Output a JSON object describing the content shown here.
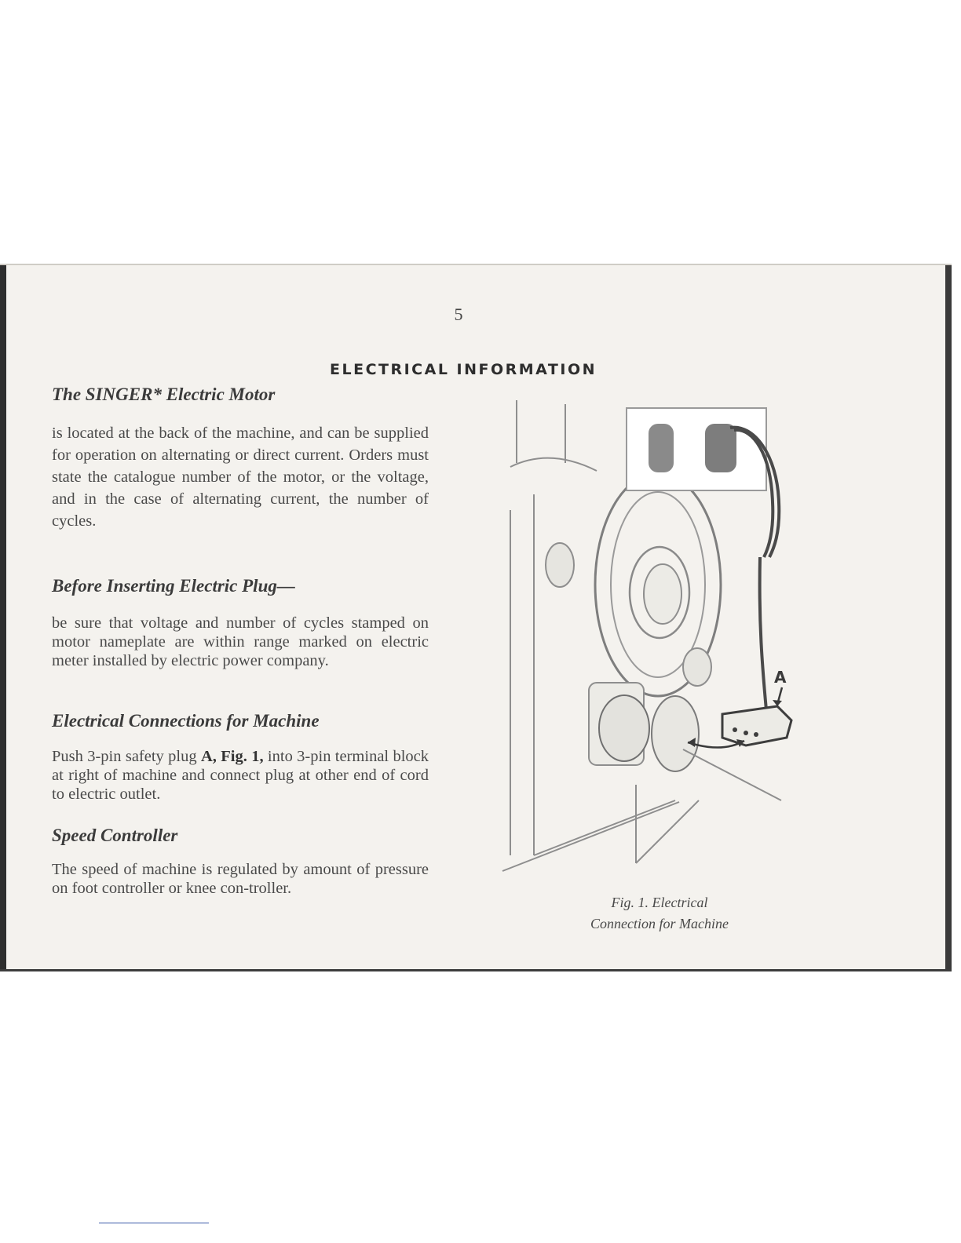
{
  "page_number": "5",
  "section_title": "ELECTRICAL INFORMATION",
  "sections": [
    {
      "heading": "The SINGER* Electric Motor",
      "body": "is located at the back of the machine, and can be supplied for operation on alternating or direct current. Orders must state the catalogue number of the motor, or the voltage, and in the case of alternating current, the number of cycles."
    },
    {
      "heading": "Before Inserting Electric Plug—",
      "body": "be sure that voltage and number of cycles stamped on motor nameplate are within range marked on electric meter installed by electric power company."
    },
    {
      "heading": "Electrical Connections for Machine",
      "body_before": "Push 3-pin safety plug ",
      "body_bold": "A, Fig. 1,",
      "body_after": " into 3-pin terminal block at right of machine and connect plug at other end of cord to electric outlet."
    },
    {
      "heading": "Speed Controller",
      "body": "The speed of machine is regulated by amount of pressure on foot controller or knee con-troller."
    }
  ],
  "figure": {
    "label": "A",
    "caption_line1": "Fig. 1. Electrical",
    "caption_line2": "Connection for Machine"
  }
}
